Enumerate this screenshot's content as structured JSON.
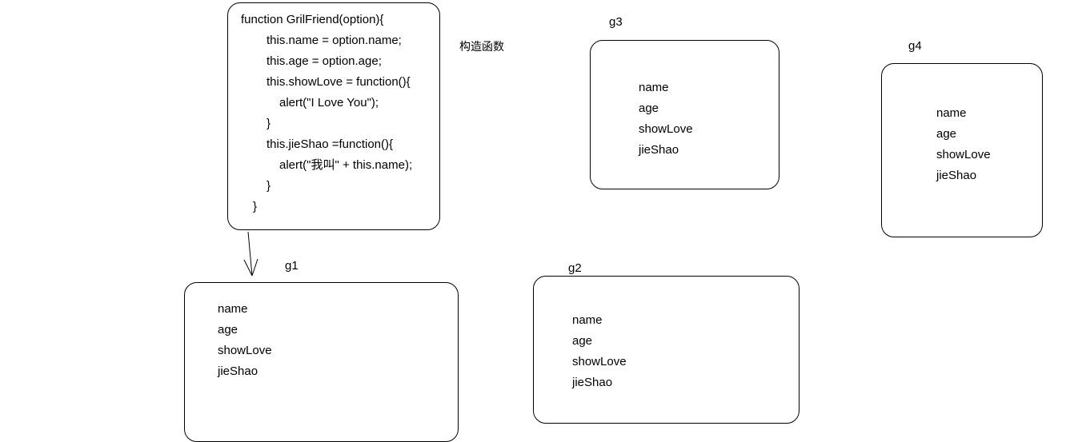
{
  "constructor_label": "构造函数",
  "code_lines": [
    "function GrilFriend(option){",
    "this.name = option.name;",
    "this.age = option.age;",
    "this.showLove = function(){",
    "alert(\"I Love You\");",
    "}",
    "this.jieShao =function(){",
    "alert(\"我叫\" + this.name);",
    "}",
    "}"
  ],
  "objects": {
    "g1": {
      "title": "g1",
      "fields": [
        "name",
        "age",
        "showLove",
        "jieShao"
      ]
    },
    "g2": {
      "title": "g2",
      "fields": [
        "name",
        "age",
        "showLove",
        "jieShao"
      ]
    },
    "g3": {
      "title": "g3",
      "fields": [
        "name",
        "age",
        "showLove",
        "jieShao"
      ]
    },
    "g4": {
      "title": "g4",
      "fields": [
        "name",
        "age",
        "showLove",
        "jieShao"
      ]
    }
  }
}
